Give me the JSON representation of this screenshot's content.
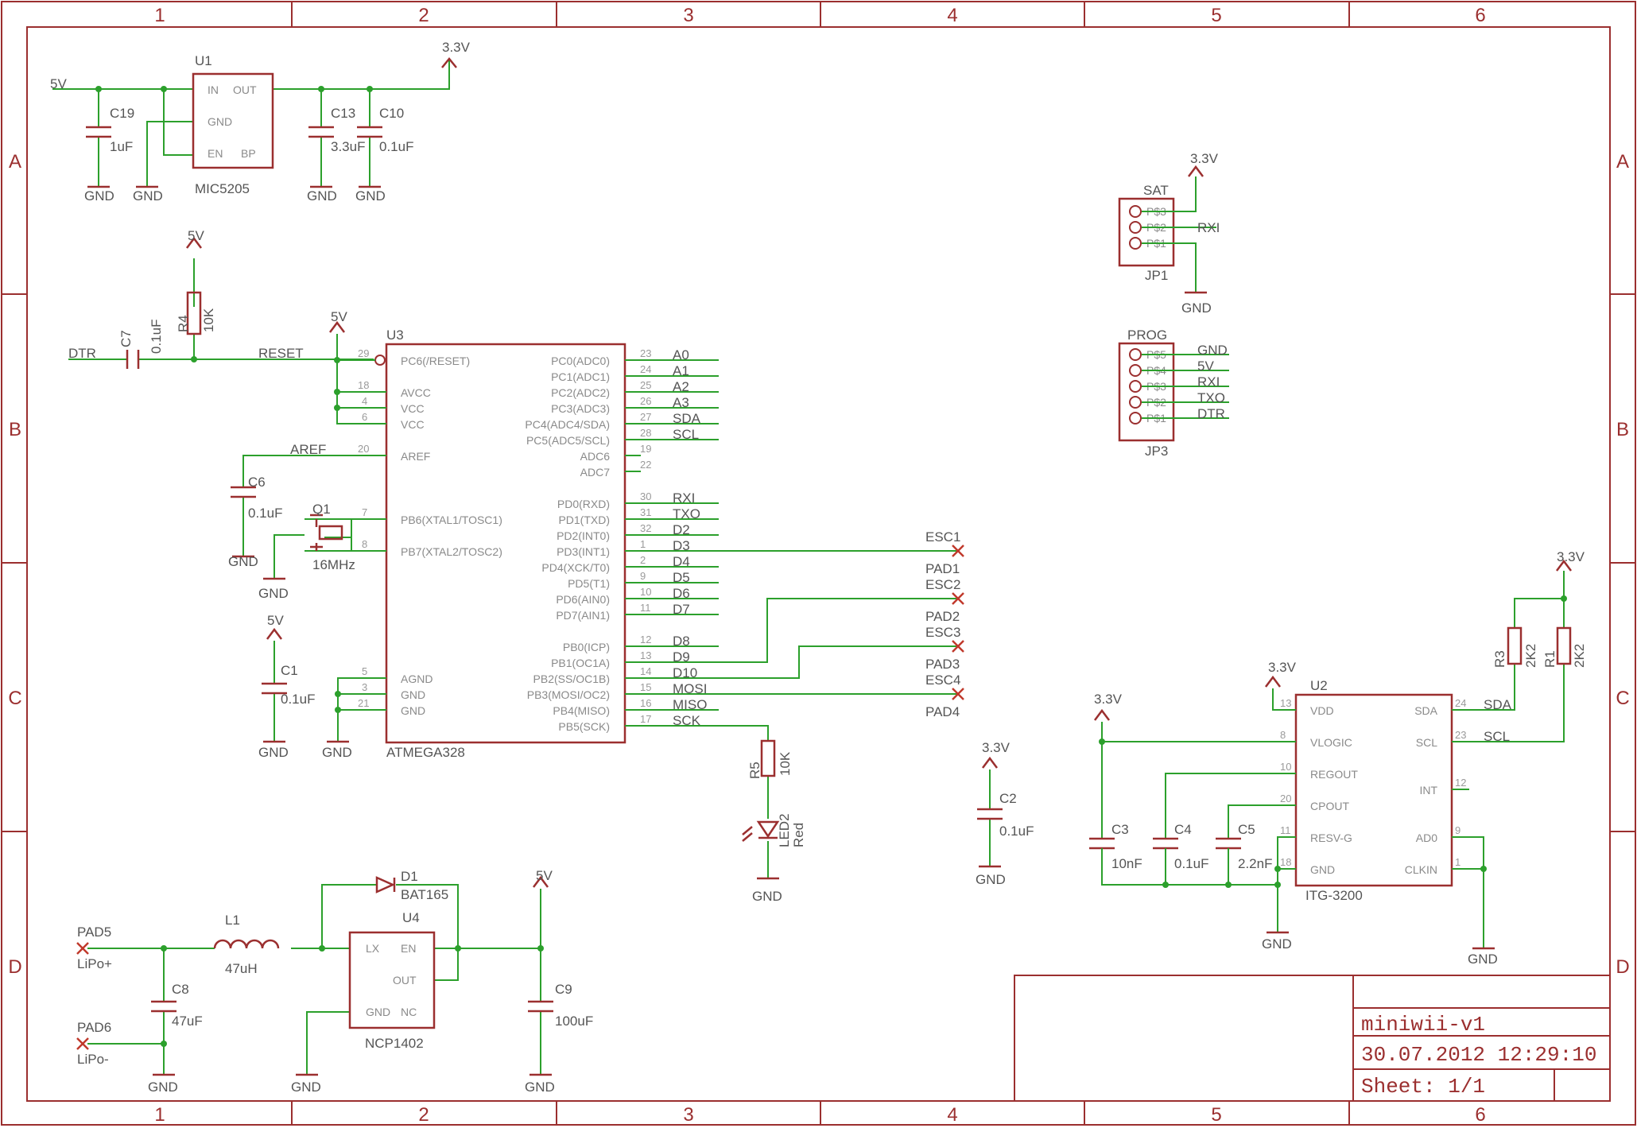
{
  "grid": {
    "cols": [
      "1",
      "2",
      "3",
      "4",
      "5",
      "6"
    ],
    "rows": [
      "A",
      "B",
      "C",
      "D"
    ]
  },
  "title_block": {
    "name": "miniwii-v1",
    "date": "30.07.2012 12:29:10",
    "sheet": "Sheet: 1/1"
  },
  "power_labels": {
    "v5_in": "5V",
    "gnd": "GND",
    "v33": "3.3V",
    "v5": "5V"
  },
  "u1": {
    "ref": "U1",
    "part": "MIC5205",
    "pins": [
      "IN",
      "OUT",
      "GND",
      "EN",
      "BP"
    ]
  },
  "c19": {
    "ref": "C19",
    "val": "1uF"
  },
  "c13": {
    "ref": "C13",
    "val": "3.3uF"
  },
  "c10": {
    "ref": "C10",
    "val": "0.1uF"
  },
  "r4": {
    "ref": "R4",
    "val": "10K"
  },
  "c7": {
    "ref": "C7",
    "val": "0.1uF"
  },
  "nets": {
    "dtr": "DTR",
    "reset": "RESET",
    "aref": "AREF"
  },
  "c6": {
    "ref": "C6",
    "val": "0.1uF"
  },
  "q1": {
    "ref": "Q1",
    "val": "16MHz"
  },
  "c1": {
    "ref": "C1",
    "val": "0.1uF"
  },
  "u3": {
    "ref": "U3",
    "part": "ATMEGA328",
    "left_pins": [
      {
        "num": "29",
        "name": "PC6(/RESET)"
      },
      {
        "num": "18",
        "name": "AVCC"
      },
      {
        "num": "4",
        "name": "VCC"
      },
      {
        "num": "6",
        "name": "VCC"
      },
      {
        "num": "20",
        "name": "AREF"
      },
      {
        "num": "7",
        "name": "PB6(XTAL1/TOSC1)"
      },
      {
        "num": "8",
        "name": "PB7(XTAL2/TOSC2)"
      },
      {
        "num": "5",
        "name": "AGND"
      },
      {
        "num": "3",
        "name": "GND"
      },
      {
        "num": "21",
        "name": "GND"
      }
    ],
    "right_pins": [
      {
        "num": "23",
        "name": "PC0(ADC0)",
        "net": "A0"
      },
      {
        "num": "24",
        "name": "PC1(ADC1)",
        "net": "A1"
      },
      {
        "num": "25",
        "name": "PC2(ADC2)",
        "net": "A2"
      },
      {
        "num": "26",
        "name": "PC3(ADC3)",
        "net": "A3"
      },
      {
        "num": "27",
        "name": "PC4(ADC4/SDA)",
        "net": "SDA"
      },
      {
        "num": "28",
        "name": "PC5(ADC5/SCL)",
        "net": "SCL"
      },
      {
        "num": "19",
        "name": "ADC6",
        "net": ""
      },
      {
        "num": "22",
        "name": "ADC7",
        "net": ""
      },
      {
        "num": "30",
        "name": "PD0(RXD)",
        "net": "RXI"
      },
      {
        "num": "31",
        "name": "PD1(TXD)",
        "net": "TXO"
      },
      {
        "num": "32",
        "name": "PD2(INT0)",
        "net": "D2"
      },
      {
        "num": "1",
        "name": "PD3(INT1)",
        "net": "D3"
      },
      {
        "num": "2",
        "name": "PD4(XCK/T0)",
        "net": "D4"
      },
      {
        "num": "9",
        "name": "PD5(T1)",
        "net": "D5"
      },
      {
        "num": "10",
        "name": "PD6(AIN0)",
        "net": "D6"
      },
      {
        "num": "11",
        "name": "PD7(AIN1)",
        "net": "D7"
      },
      {
        "num": "12",
        "name": "PB0(ICP)",
        "net": "D8"
      },
      {
        "num": "13",
        "name": "PB1(OC1A)",
        "net": "D9"
      },
      {
        "num": "14",
        "name": "PB2(SS/OC1B)",
        "net": "D10"
      },
      {
        "num": "15",
        "name": "PB3(MOSI/OC2)",
        "net": "MOSI"
      },
      {
        "num": "16",
        "name": "PB4(MISO)",
        "net": "MISO"
      },
      {
        "num": "17",
        "name": "PB5(SCK)",
        "net": "SCK"
      }
    ]
  },
  "pads": [
    {
      "esc": "ESC1",
      "pad": "PAD1"
    },
    {
      "esc": "ESC2",
      "pad": "PAD2"
    },
    {
      "esc": "ESC3",
      "pad": "PAD3"
    },
    {
      "esc": "ESC4",
      "pad": "PAD4"
    }
  ],
  "r5": {
    "ref": "R5",
    "val": "10K"
  },
  "led2": {
    "ref": "LED2",
    "val": "Red"
  },
  "c2": {
    "ref": "C2",
    "val": "0.1uF"
  },
  "jp1": {
    "name": "SAT",
    "ref": "JP1",
    "pins": [
      "P$3",
      "P$2",
      "P$1"
    ],
    "nets": [
      "",
      "RXI",
      ""
    ]
  },
  "jp3": {
    "name": "PROG",
    "ref": "JP3",
    "pins": [
      "P$5",
      "P$4",
      "P$3",
      "P$2",
      "P$1"
    ],
    "nets": [
      "GND",
      "5V",
      "RXI",
      "TXO",
      "DTR"
    ]
  },
  "r3": {
    "ref": "R3",
    "val": "2K2"
  },
  "r1": {
    "ref": "R1",
    "val": "2K2"
  },
  "u2": {
    "ref": "U2",
    "part": "ITG-3200",
    "left_pins": [
      {
        "num": "13",
        "name": "VDD"
      },
      {
        "num": "8",
        "name": "VLOGIC"
      },
      {
        "num": "10",
        "name": "REGOUT"
      },
      {
        "num": "20",
        "name": "CPOUT"
      },
      {
        "num": "11",
        "name": "RESV-G"
      },
      {
        "num": "18",
        "name": "GND"
      }
    ],
    "right_pins": [
      {
        "num": "24",
        "name": "SDA",
        "net": "SDA"
      },
      {
        "num": "23",
        "name": "SCL",
        "net": "SCL"
      },
      {
        "num": "12",
        "name": "INT",
        "net": ""
      },
      {
        "num": "9",
        "name": "AD0",
        "net": ""
      },
      {
        "num": "1",
        "name": "CLKIN",
        "net": ""
      }
    ]
  },
  "c3": {
    "ref": "C3",
    "val": "10nF"
  },
  "c4": {
    "ref": "C4",
    "val": "0.1uF"
  },
  "c5": {
    "ref": "C5",
    "val": "2.2nF"
  },
  "pad5": {
    "ref": "PAD5",
    "net": "LiPo+"
  },
  "pad6": {
    "ref": "PAD6",
    "net": "LiPo-"
  },
  "l1": {
    "ref": "L1",
    "val": "47uH"
  },
  "c8": {
    "ref": "C8",
    "val": "47uF"
  },
  "d1": {
    "ref": "D1",
    "val": "BAT165"
  },
  "u4": {
    "ref": "U4",
    "part": "NCP1402",
    "pins": [
      "LX",
      "EN",
      "OUT",
      "GND",
      "NC"
    ]
  },
  "c9": {
    "ref": "C9",
    "val": "100uF"
  }
}
